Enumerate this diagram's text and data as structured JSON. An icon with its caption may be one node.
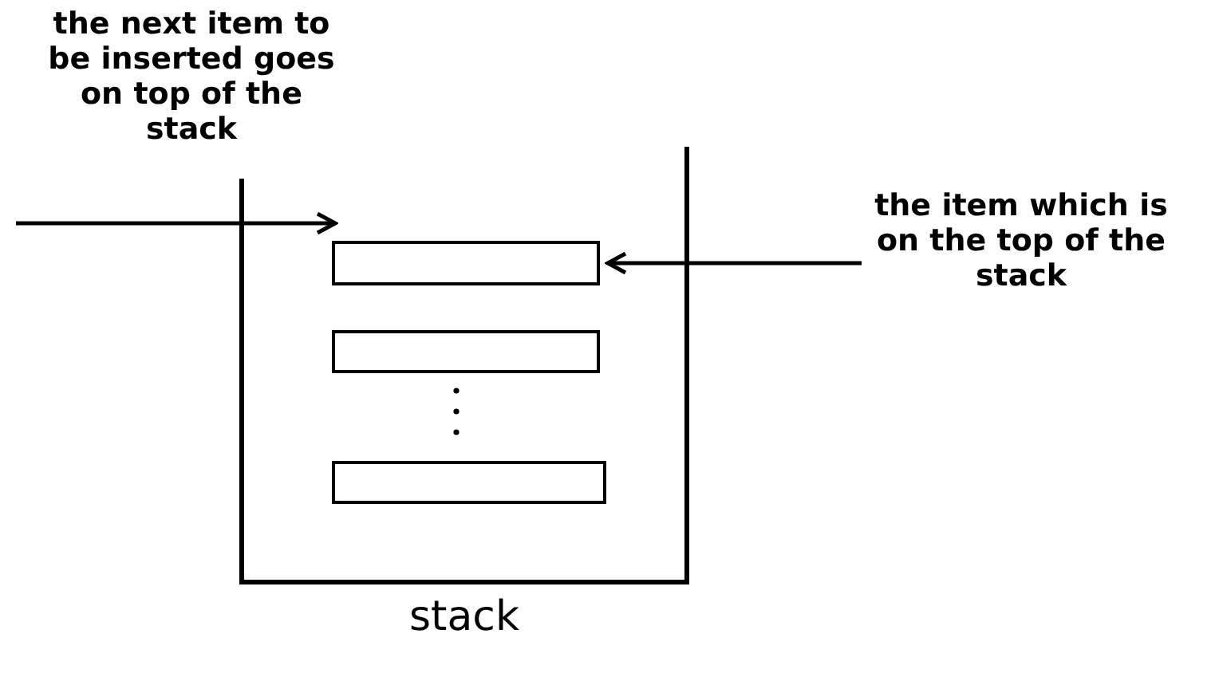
{
  "diagram": {
    "nodes": [
      {
        "text": [
          "stack"
        ]
      },
      {
        "text": [],
        "shape": "bar",
        "in": 0
      },
      {
        "text": [],
        "shape": "bar",
        "in": 0
      },
      {
        "text": [],
        "shape": "bar",
        "in": 0
      },
      {
        "text": [
          "the item which is on the top of the stack"
        ]
      }
    ],
    "edges": [
      {
        "from": null,
        "to": 0,
        "arrow": "to",
        "label": "the next item to be inserted goes on top of the stack"
      },
      {
        "from": 4,
        "to": 1,
        "arrow": "to"
      }
    ]
  }
}
